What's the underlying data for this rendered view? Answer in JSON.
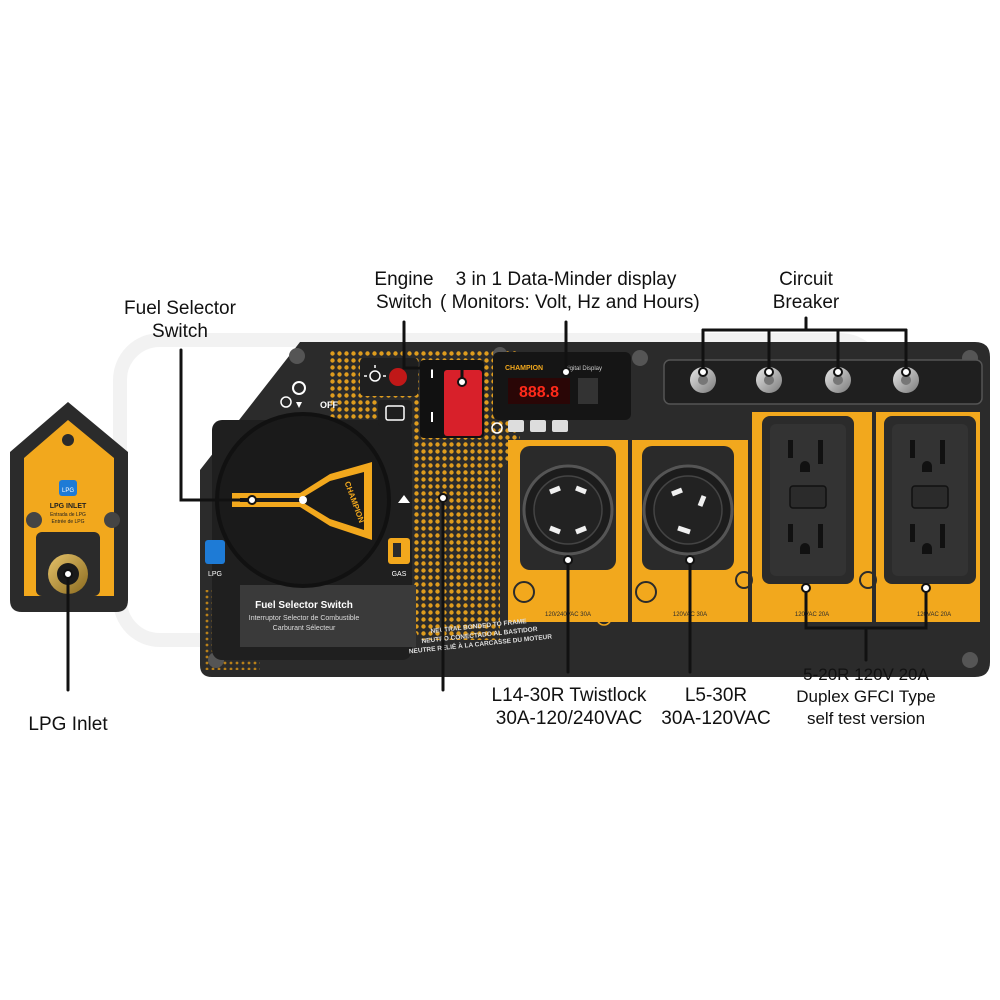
{
  "callouts": {
    "engine_switch": [
      "Engine",
      "Switch"
    ],
    "data_minder": [
      "3 in 1 Data-Minder display",
      "( Monitors: Volt, Hz and Hours)"
    ],
    "circuit_breaker": [
      "Circuit",
      "Breaker"
    ],
    "fuel_selector": [
      "Fuel Selector",
      "Switch"
    ],
    "lpg_inlet": [
      "LPG Inlet"
    ],
    "l14_outlet": [
      "L14-30R Twistlock",
      "30A-120/240VAC"
    ],
    "l5_outlet": [
      "L5-30R",
      "30A-120VAC"
    ],
    "gfci_outlet": [
      "5-20R 120V 20A",
      "Duplex GFCI Type",
      "self test version"
    ]
  },
  "panel_text": {
    "off": "OFF",
    "fuel_switch_title": "Fuel Selector Switch",
    "fuel_switch_es": "Interruptor Selector de Combustible",
    "fuel_switch_fr": "Carburant Sélecteur",
    "knob_brand": "CHAMPION",
    "lpg_badge": "LPG",
    "gas_badge": "GAS",
    "lpg_inlet_title": "LPG INLET",
    "lpg_inlet_es": "Entrada de LPG",
    "lpg_inlet_fr": "Entrée de LPG",
    "neutral_1": "NEUTRAL BONDED TO FRAME",
    "neutral_2": "NEUTRO CONECTADO AL BASTIDOR",
    "neutral_3": "NEUTRE RELIÉ À LA CARCASSE DU MOTEUR",
    "display_brand": "CHAMPION",
    "display_sub": "Digital Display",
    "display_value": "888.8",
    "l14_rating": "120/240VAC 30A",
    "l5_rating": "120VAC 30A",
    "gfci1_rating": "120VAC 20A",
    "gfci2_rating": "120VAC 20A"
  },
  "colors": {
    "panel": "#2b2b2b",
    "accent": "#f2a81d",
    "switch_red": "#d8202a",
    "display_red": "#ff2a1a"
  }
}
